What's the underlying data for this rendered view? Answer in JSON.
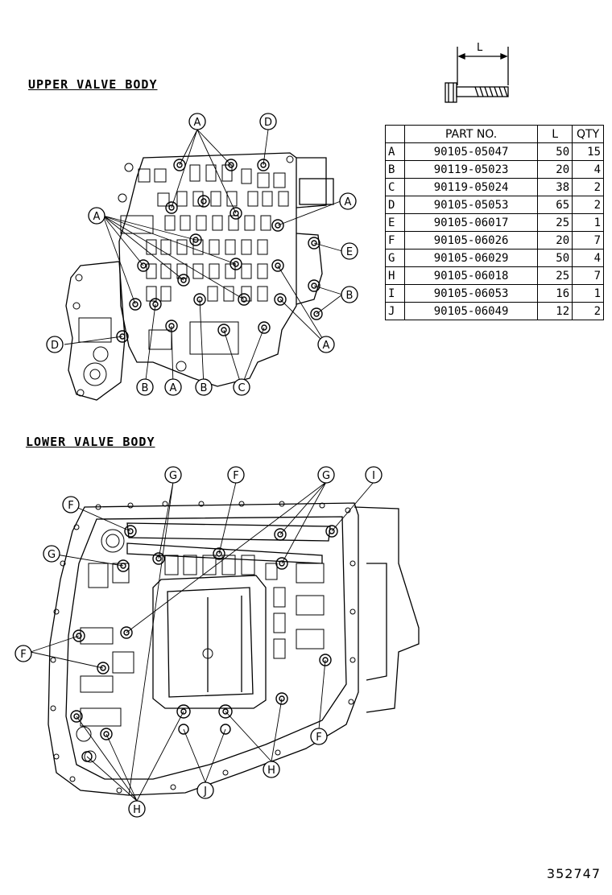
{
  "sections": {
    "upper_title": "UPPER VALVE BODY",
    "lower_title": "LOWER VALVE BODY"
  },
  "bolt_icon": {
    "dimension_label": "L",
    "icon": "bolt-icon"
  },
  "table": {
    "headers": [
      "",
      "PART NO.",
      "L",
      "QTY"
    ],
    "rows": [
      {
        "code": "A",
        "part": "90105-05047",
        "length": "50",
        "qty": "15"
      },
      {
        "code": "B",
        "part": "90119-05023",
        "length": "20",
        "qty": "4"
      },
      {
        "code": "C",
        "part": "90119-05024",
        "length": "38",
        "qty": "2"
      },
      {
        "code": "D",
        "part": "90105-05053",
        "length": "65",
        "qty": "2"
      },
      {
        "code": "E",
        "part": "90105-06017",
        "length": "25",
        "qty": "1"
      },
      {
        "code": "F",
        "part": "90105-06026",
        "length": "20",
        "qty": "7"
      },
      {
        "code": "G",
        "part": "90105-06029",
        "length": "50",
        "qty": "4"
      },
      {
        "code": "H",
        "part": "90105-06018",
        "length": "25",
        "qty": "7"
      },
      {
        "code": "I",
        "part": "90105-06053",
        "length": "16",
        "qty": "1"
      },
      {
        "code": "J",
        "part": "90105-06049",
        "length": "12",
        "qty": "2"
      }
    ]
  },
  "callouts": {
    "upper": [
      "A",
      "D",
      "A",
      "A",
      "E",
      "B",
      "A",
      "D",
      "B",
      "A",
      "B",
      "C"
    ],
    "lower": [
      "G",
      "F",
      "G",
      "I",
      "F",
      "G",
      "F",
      "F",
      "H",
      "J",
      "H"
    ]
  },
  "doc_number": "352747"
}
